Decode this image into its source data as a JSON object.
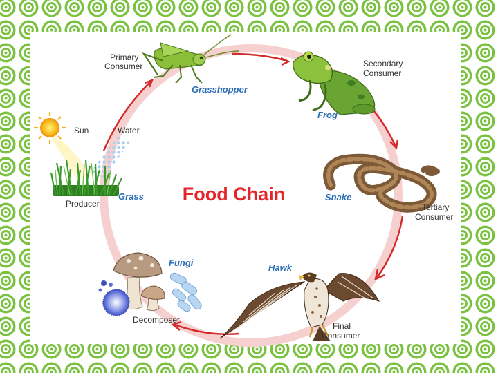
{
  "diagram": {
    "title": "Food Chain",
    "labels": {
      "primary_consumer": [
        "Primary",
        "Consumer"
      ],
      "grasshopper": "Grasshopper",
      "secondary_consumer": [
        "Secondary",
        "Consumer"
      ],
      "frog": "Frog",
      "snake": "Snake",
      "tertiary_consumer": [
        "Tertiary",
        "Consumer"
      ],
      "hawk": "Hawk",
      "final_consumer": [
        "Final",
        "Consumer"
      ],
      "fungi": "Fungi",
      "decomposer": "Decomposer",
      "sun": "Sun",
      "water": "Water",
      "grass": "Grass",
      "producer": "Producer"
    }
  },
  "colors": {
    "border_green": "#7cc242",
    "cycle_pink": "#f6cfcf",
    "arrow_red": "#d42a2a",
    "title_red": "#e3262b",
    "species_blue": "#2d6fb6"
  }
}
